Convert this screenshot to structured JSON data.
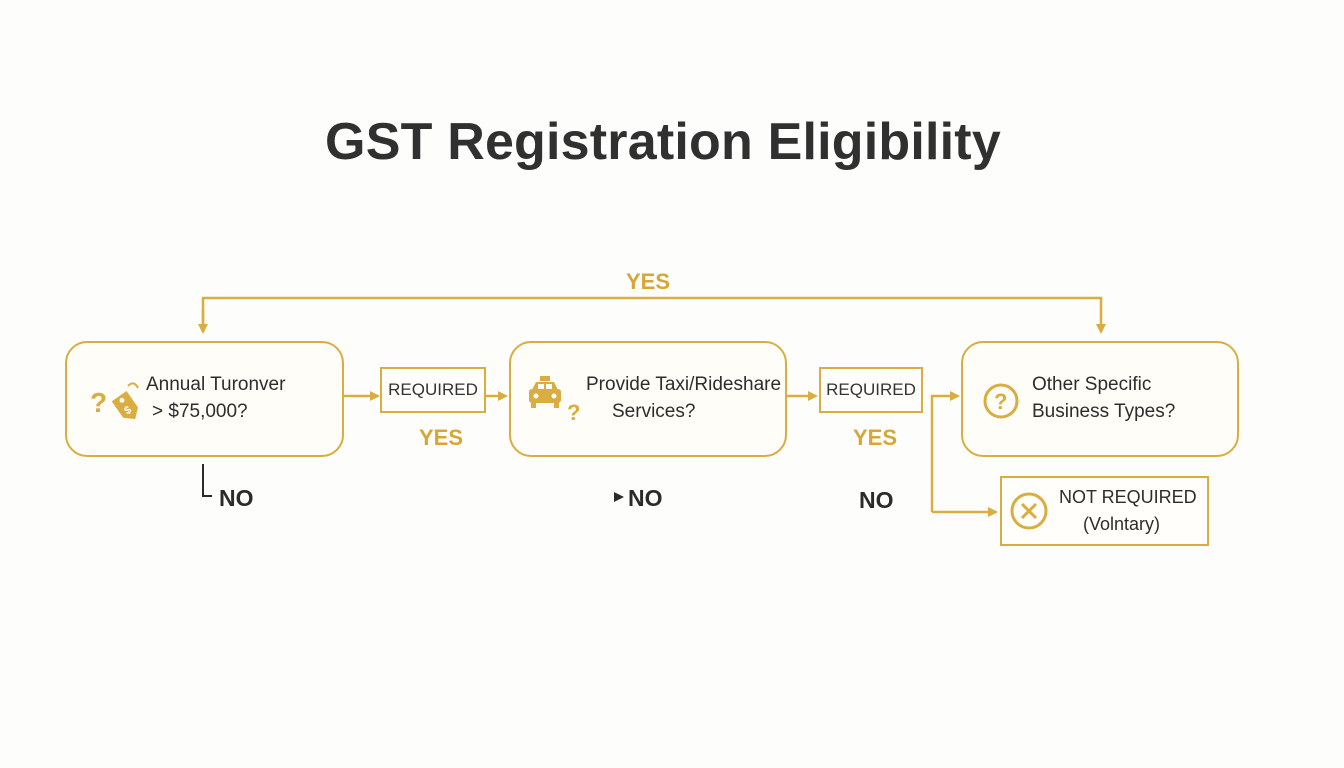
{
  "title": "GST Registration Eligibility",
  "colors": {
    "accent": "#d9ad3f",
    "text": "#2d2d2d",
    "background": "#fdfdfc"
  },
  "nodes": {
    "turnover": {
      "line1": "Annual Turonver",
      "line2": "> $75,000?",
      "icon": "price-tag-question-icon"
    },
    "taxi": {
      "line1": "Provide Taxi/Rideshare",
      "line2": "Services?",
      "icon": "taxi-question-icon"
    },
    "other": {
      "line1": "Other Specific",
      "line2": "Business Types?",
      "icon": "question-circle-icon"
    },
    "not_required": {
      "line1": "NOT REQUIRED",
      "line2": "(Volntary)",
      "icon": "x-circle-icon"
    }
  },
  "badges": {
    "required_1": "REQUIRED",
    "required_2": "REQUIRED"
  },
  "labels": {
    "yes_top": "YES",
    "yes_1": "YES",
    "yes_2": "YES",
    "no_1": "NO",
    "no_2": "NO",
    "no_3": "NO"
  }
}
